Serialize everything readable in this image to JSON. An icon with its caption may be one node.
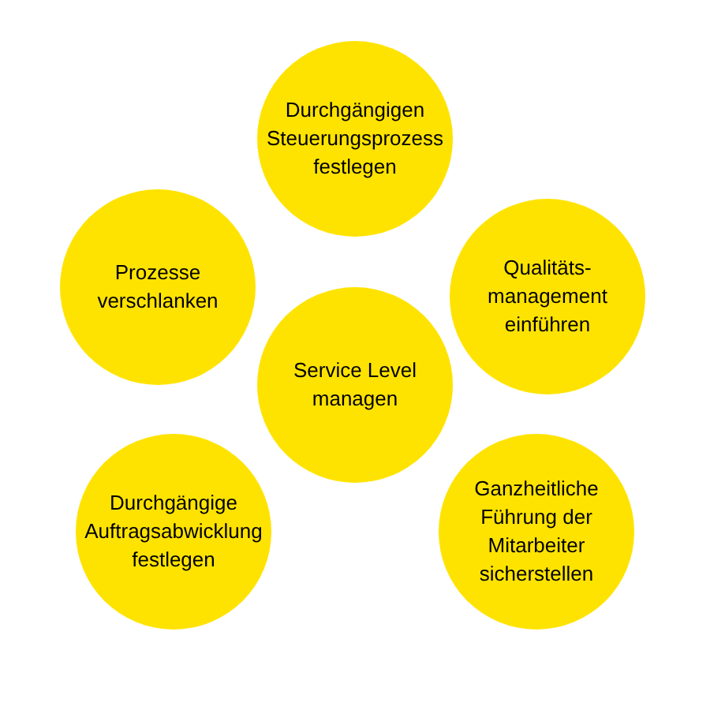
{
  "diagram": {
    "nodes": [
      {
        "text": [
          "Durchgängigen Steuerungsprozess festlegen"
        ]
      },
      {
        "text": [
          "Prozesse verschlanken"
        ]
      },
      {
        "text": [
          "Qualitäts-management einführen"
        ]
      },
      {
        "text": [
          "Service Level managen"
        ]
      },
      {
        "text": [
          "Durchgängige Auftragsabwicklung festlegen"
        ]
      },
      {
        "text": [
          "Ganzheitliche Führung der Mitarbeiter sicherstellen"
        ]
      }
    ]
  }
}
